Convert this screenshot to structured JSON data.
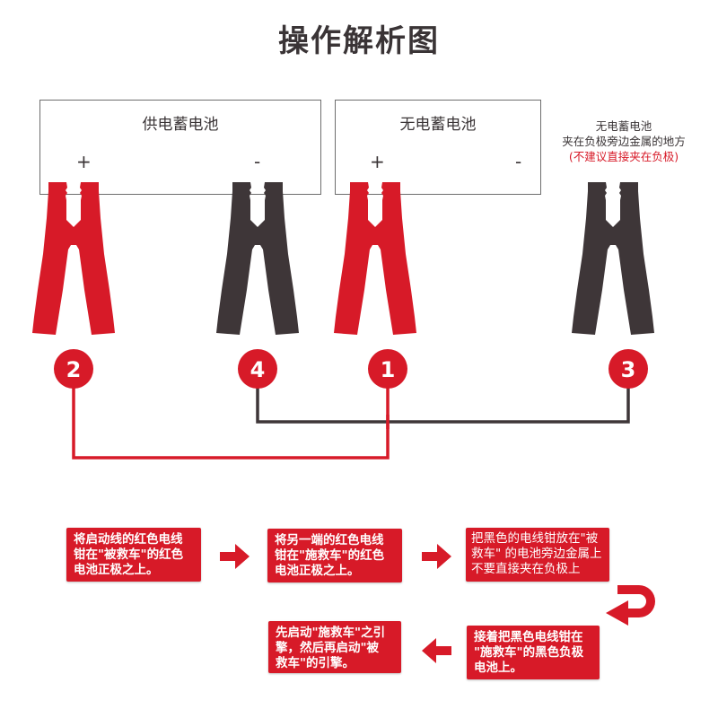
{
  "title": "操作解析图",
  "colors": {
    "red": "#d71a28",
    "dark": "#3e3638",
    "border": "#6d6d6d"
  },
  "batteries": [
    {
      "label": "供电蓄电池",
      "positive": "+",
      "negative": "-"
    },
    {
      "label": "无电蓄电池",
      "positive": "+",
      "negative": "-"
    }
  ],
  "note": {
    "line1": "无电蓄电池",
    "line2": "夹在负极旁边金属的地方",
    "warning": "(不建议直接夹在负极)"
  },
  "clamps": [
    {
      "color": "red",
      "badge": "2",
      "position": "supply battery positive"
    },
    {
      "color": "dark",
      "badge": "4",
      "position": "supply battery negative"
    },
    {
      "color": "red",
      "badge": "1",
      "position": "dead battery positive"
    },
    {
      "color": "dark",
      "badge": "3",
      "position": "metal near dead battery negative"
    }
  ],
  "steps": [
    {
      "lines": [
        "将启动线的红色电线",
        "钳在\"被救车\"的红色",
        "电池正极之上。"
      ]
    },
    {
      "lines": [
        "将另一端的红色电线",
        "钳在\"施救车\"的红色",
        "电池正极之上。"
      ]
    },
    {
      "lines": [
        "把黑色的电线钳放在\"被",
        "救车\" 的电池旁边金属上",
        "不要直接夹在负极上"
      ]
    },
    {
      "lines": [
        "接着把黑色电线钳在",
        "\"施救车\"的黑色负极",
        "电池上。"
      ]
    },
    {
      "lines": [
        "先启动\"施救车\"之引",
        "擎，然后再启动\"被",
        "救车\"的引擎。"
      ]
    }
  ]
}
